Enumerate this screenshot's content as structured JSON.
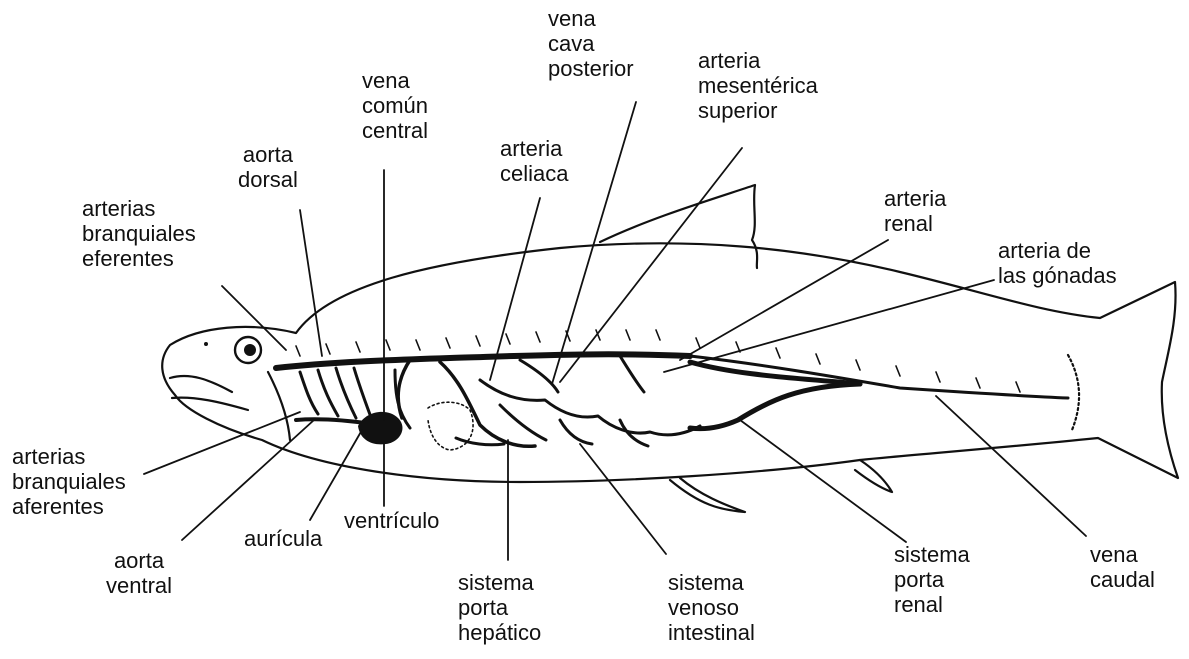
{
  "colors": {
    "ink": "#111111",
    "paper": "#ffffff"
  },
  "labels": {
    "vena_cava": [
      "vena",
      "cava",
      "posterior"
    ],
    "arteria_mesenterica": [
      "arteria",
      "mesentérica",
      "superior"
    ],
    "vena_comun": [
      "vena",
      "común",
      "central"
    ],
    "aorta_dorsal": [
      "aorta",
      "dorsal"
    ],
    "arteria_celiaca": [
      "arteria",
      "celiaca"
    ],
    "arteria_renal": [
      "arteria",
      "renal"
    ],
    "arteria_gonadas": [
      "arteria de",
      "las gónadas"
    ],
    "arterias_eferentes": [
      "arterias",
      "branquiales",
      "eferentes"
    ],
    "arterias_aferentes": [
      "arterias",
      "branquiales",
      "aferentes"
    ],
    "aorta_ventral": [
      "aorta",
      "ventral"
    ],
    "auricula": [
      "aurícula"
    ],
    "ventriculo": [
      "ventrículo"
    ],
    "porta_hepatico": [
      "sistema",
      "porta",
      "hepático"
    ],
    "venoso_intestinal": [
      "sistema",
      "venoso",
      "intestinal"
    ],
    "porta_renal": [
      "sistema",
      "porta",
      "renal"
    ],
    "vena_caudal": [
      "vena",
      "caudal"
    ]
  }
}
